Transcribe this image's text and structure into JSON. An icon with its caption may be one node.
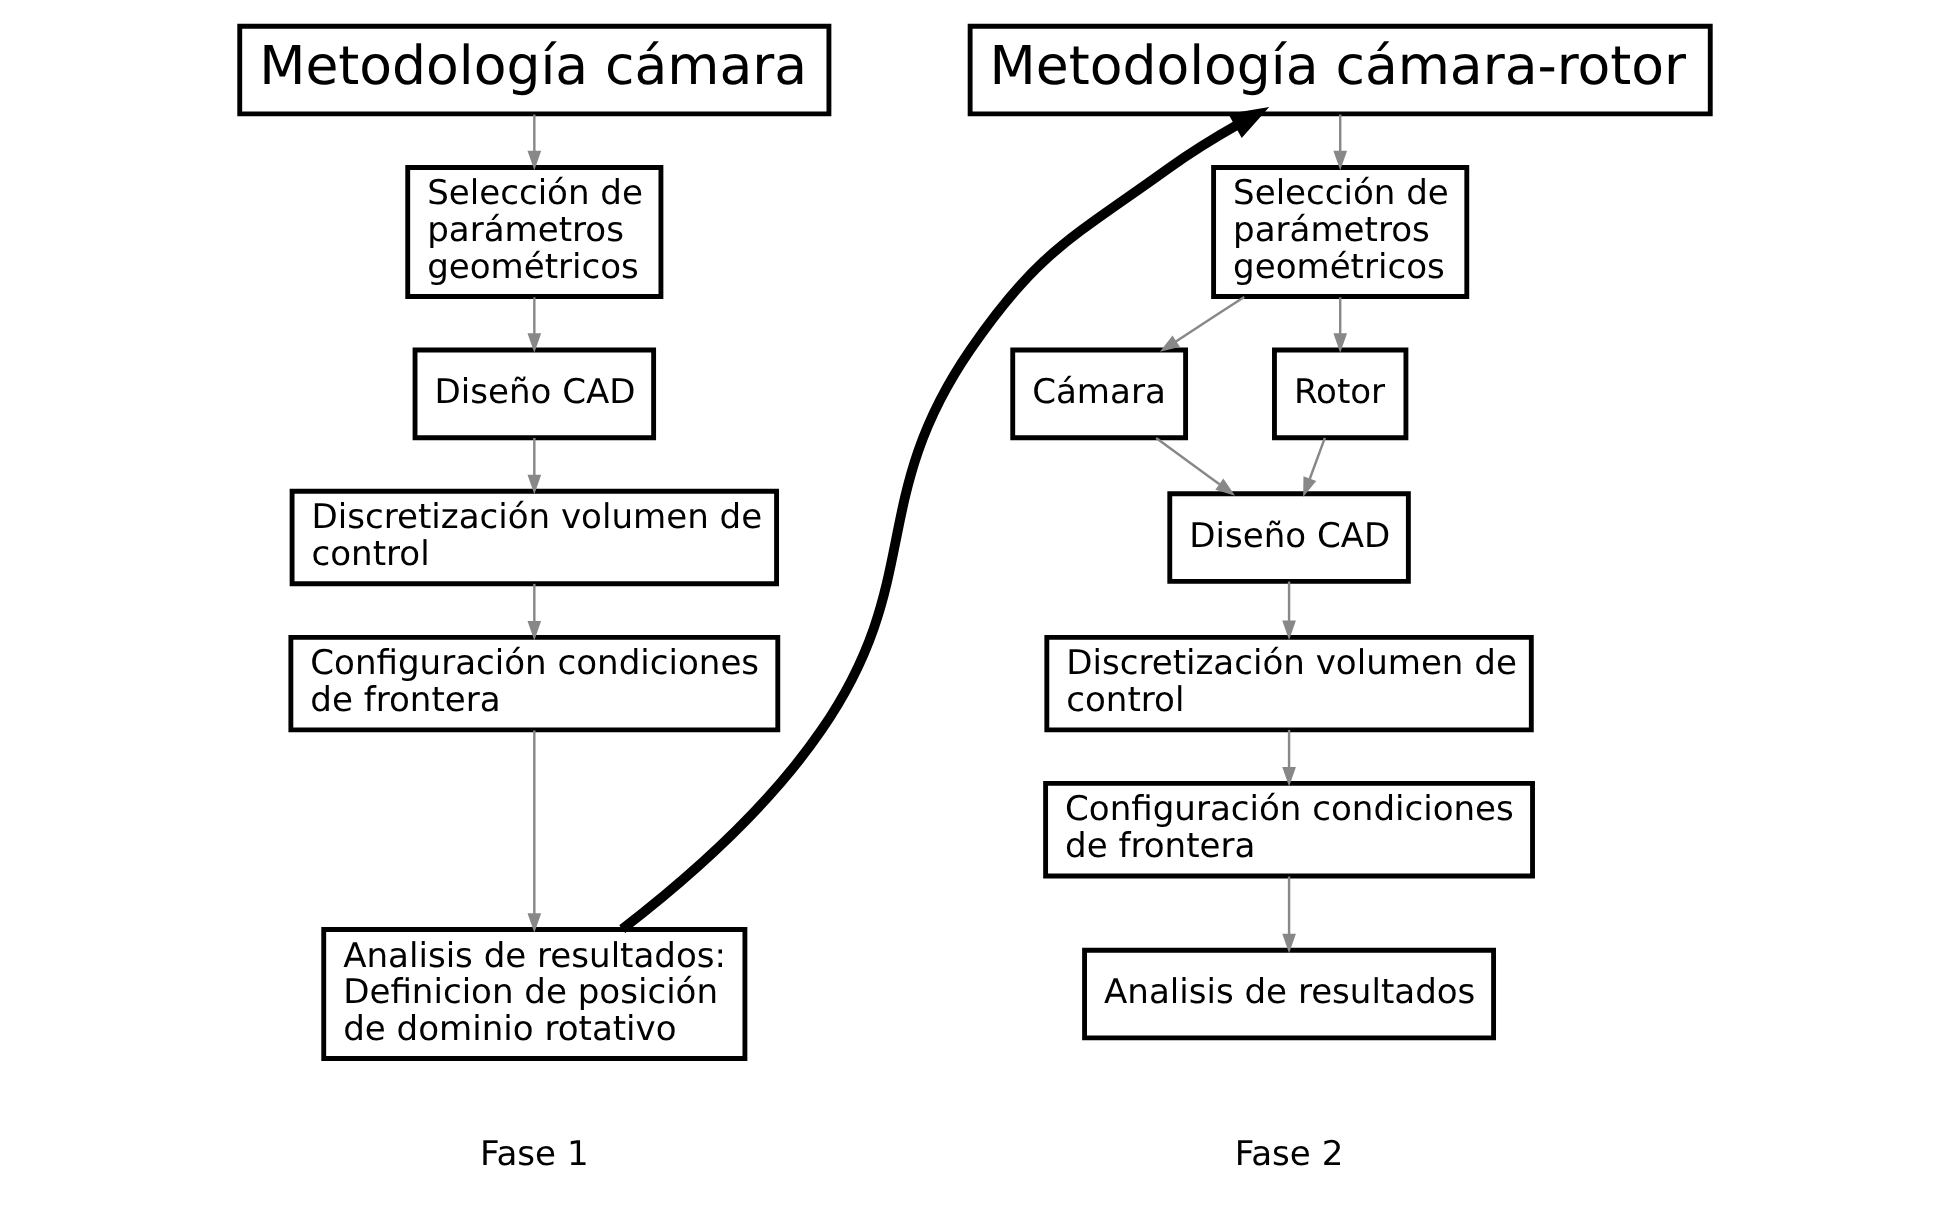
{
  "diagram": {
    "nodes": [
      {
        "text": [
          "Metodología cámara"
        ]
      },
      {
        "text": [
          "Selección de parámetros geométricos"
        ]
      },
      {
        "text": [
          "Diseño CAD"
        ]
      },
      {
        "text": [
          "Discretización volumen de control"
        ]
      },
      {
        "text": [
          "Configuración condiciones de frontera"
        ]
      },
      {
        "text": [
          "Analisis de resultados: Definicion de posición de dominio rotativo"
        ]
      },
      {
        "text": [
          "Metodología cámara-rotor"
        ]
      },
      {
        "text": [
          "Selección de parámetros geométricos"
        ]
      },
      {
        "text": [
          "Cámara"
        ]
      },
      {
        "text": [
          "Rotor"
        ]
      },
      {
        "text": [
          "Diseño CAD"
        ]
      },
      {
        "text": [
          "Discretización volumen de control"
        ]
      },
      {
        "text": [
          "Configuración condiciones de frontera"
        ]
      },
      {
        "text": [
          "Analisis de resultados"
        ]
      }
    ],
    "edges": [
      {
        "from": 0,
        "to": 1,
        "arrow": "to"
      },
      {
        "from": 1,
        "to": 2,
        "arrow": "to"
      },
      {
        "from": 2,
        "to": 3,
        "arrow": "to"
      },
      {
        "from": 3,
        "to": 4,
        "arrow": "to"
      },
      {
        "from": 4,
        "to": 5,
        "arrow": "to"
      },
      {
        "from": 5,
        "to": 6,
        "arrow": "to",
        "style": "thick",
        "color": "#000000"
      },
      {
        "from": 6,
        "to": 7,
        "arrow": "to"
      },
      {
        "from": 7,
        "to": 8,
        "arrow": "to"
      },
      {
        "from": 7,
        "to": 9,
        "arrow": "to"
      },
      {
        "from": 8,
        "to": 10,
        "arrow": "to"
      },
      {
        "from": 9,
        "to": 10,
        "arrow": "to"
      },
      {
        "from": 10,
        "to": 11,
        "arrow": "to"
      },
      {
        "from": 11,
        "to": 12,
        "arrow": "to"
      },
      {
        "from": 12,
        "to": 13,
        "arrow": "to"
      }
    ],
    "labels": [
      "Fase 1",
      "Fase 2"
    ]
  }
}
